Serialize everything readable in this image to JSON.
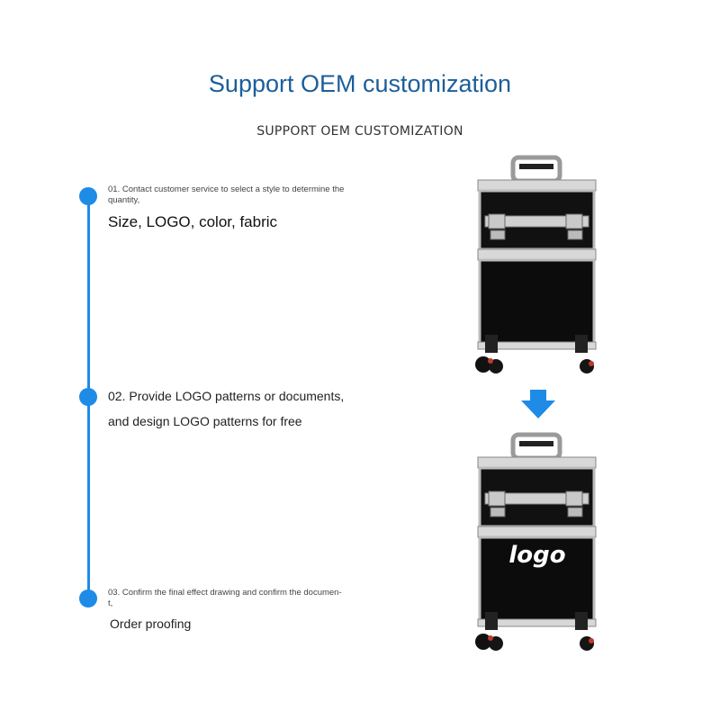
{
  "header": {
    "title": "Support OEM customization",
    "subtitle": "SUPPORT OEM CUSTOMIZATION"
  },
  "steps": [
    {
      "caption_line1": "01. Contact customer service to select a style to determine the",
      "caption_line2": "quantity,",
      "detail": "Size, LOGO, color, fabric"
    },
    {
      "line1": "02. Provide LOGO patterns or documents,",
      "line2": "and design LOGO patterns for free"
    },
    {
      "caption_line1": "03. Confirm the final effect drawing and confirm the documen-",
      "caption_line2": "t,",
      "detail": "Order proofing"
    }
  ],
  "product": {
    "logo_text": "logo"
  },
  "colors": {
    "accent": "#1e8be6",
    "title": "#1b5e9b"
  }
}
